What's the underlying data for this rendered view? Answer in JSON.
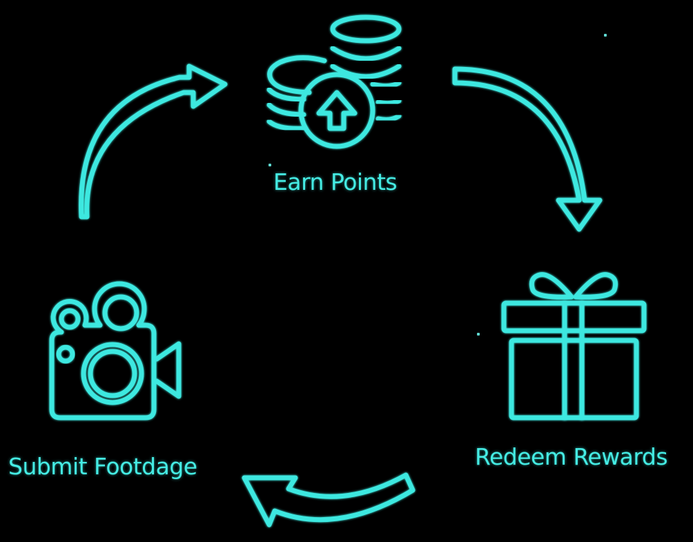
{
  "diagram": {
    "type": "cycle",
    "accent_color": "#3ee8e0",
    "background": "#000000",
    "steps": [
      {
        "label": "Earn Points",
        "icon": "coins-arrow-up-icon"
      },
      {
        "label": "Redeem Rewards",
        "icon": "gift-icon"
      },
      {
        "label": "Submit Footdage",
        "icon": "video-camera-icon"
      }
    ],
    "arrows": [
      {
        "from": "Submit Footdage",
        "to": "Earn Points"
      },
      {
        "from": "Earn Points",
        "to": "Redeem Rewards"
      },
      {
        "from": "Redeem Rewards",
        "to": "Submit Footdage"
      }
    ]
  }
}
